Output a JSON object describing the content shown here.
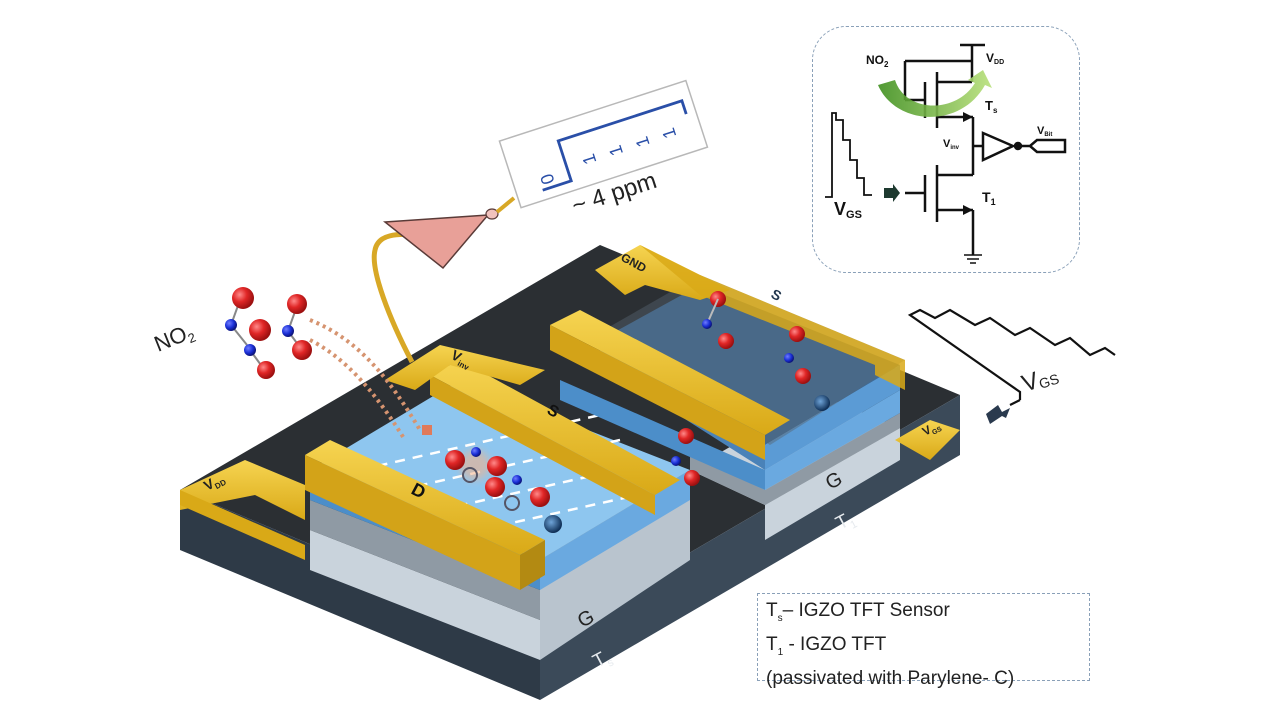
{
  "figure": {
    "title": "IGZO TFT NO2 sensor device schematic",
    "colors": {
      "gold": "#e8b81e",
      "gold_dark": "#b38a12",
      "substrate_dark": "#2e3a47",
      "dielectric_light": "#c9d3dc",
      "layer_grey": "#9aa5ae",
      "channel_blue": "#5b9bd5",
      "channel_light": "#8ec6ef",
      "oxygen_red": "#e02626",
      "nitrogen_blue": "#1a2fd6",
      "inverter_pink": "#e8a098",
      "arrow_green": "#6fba2c"
    }
  },
  "gas_label": {
    "text": "NO",
    "sub": "2"
  },
  "readout": {
    "bits": [
      "0",
      "1",
      "1",
      "1",
      "1"
    ],
    "concentration": "~ 4 ppm"
  },
  "device": {
    "electrodes": {
      "drain": "D",
      "source_ts": "S",
      "source_t1": "S",
      "vdd_pad": {
        "main": "V",
        "sub": "DD"
      },
      "vinv_pad": {
        "main": "V",
        "sub": "inv"
      },
      "gnd_pad": "GND",
      "vgs_pad": {
        "main": "V",
        "sub": "GS"
      }
    },
    "layers": {
      "gate_ts": "G",
      "gate_t1": "G",
      "ts_label": {
        "main": "T",
        "sub": "s"
      },
      "t1_label": {
        "main": "T",
        "sub": "1"
      }
    }
  },
  "vgs_waveform": {
    "label": {
      "main": "V",
      "sub": "GS"
    },
    "steps": 6
  },
  "circuit": {
    "gas": {
      "main": "NO",
      "sub": "2"
    },
    "vdd": {
      "main": "V",
      "sub": "DD"
    },
    "ts": {
      "main": "T",
      "sub": "s"
    },
    "vinv": {
      "main": "V",
      "sub": "inv"
    },
    "vbit": {
      "main": "V",
      "sub": "Bit"
    },
    "t1": {
      "main": "T",
      "sub": "1"
    },
    "vgs": {
      "main": "V",
      "sub": "GS"
    }
  },
  "legend": {
    "lines": [
      {
        "main": "T",
        "sub": "s",
        "text": "–  IGZO TFT Sensor"
      },
      {
        "main": "T",
        "sub": "1",
        "text": " - IGZO TFT"
      },
      {
        "main": "",
        "sub": "",
        "text": " (passivated with Parylene- C)"
      }
    ]
  }
}
